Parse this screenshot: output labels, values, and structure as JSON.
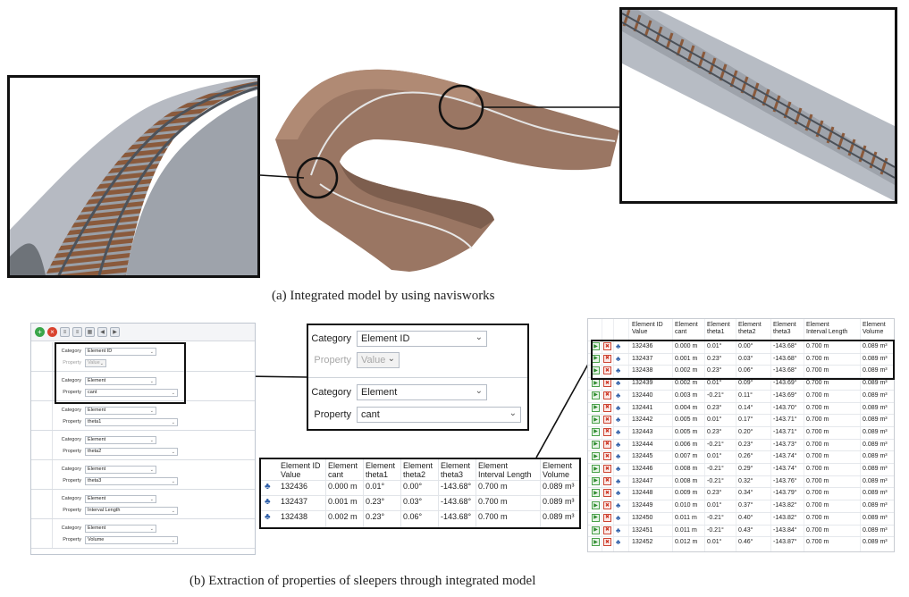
{
  "captions": {
    "a": "(a) Integrated model by using navisworks",
    "b": "(b) Extraction of properties of sleepers through integrated model"
  },
  "toolbar_icons": [
    "add-icon",
    "delete-icon",
    "list-icon",
    "list-icon",
    "grid-icon",
    "back-icon",
    "forward-icon"
  ],
  "props_panel": {
    "groups": [
      {
        "category_label": "Category",
        "category_value": "Element ID",
        "property_label": "Property",
        "property_value": "Value",
        "property_dim": true
      },
      {
        "category_label": "Category",
        "category_value": "Element",
        "property_label": "Property",
        "property_value": "cant",
        "property_dim": false
      },
      {
        "category_label": "Category",
        "category_value": "Element",
        "property_label": "Property",
        "property_value": "theta1",
        "property_dim": false
      },
      {
        "category_label": "Category",
        "category_value": "Element",
        "property_label": "Property",
        "property_value": "theta2",
        "property_dim": false
      },
      {
        "category_label": "Category",
        "category_value": "Element",
        "property_label": "Property",
        "property_value": "theta3",
        "property_dim": false
      },
      {
        "category_label": "Category",
        "category_value": "Element",
        "property_label": "Property",
        "property_value": "Interval Length",
        "property_dim": false
      },
      {
        "category_label": "Category",
        "category_value": "Element",
        "property_label": "Property",
        "property_value": "Volume",
        "property_dim": false
      }
    ]
  },
  "zoom_props": {
    "group1": {
      "category_label": "Category",
      "category_value": "Element ID",
      "property_label": "Property",
      "property_value": "Value"
    },
    "group2": {
      "category_label": "Category",
      "category_value": "Element",
      "property_label": "Property",
      "property_value": "cant"
    }
  },
  "table": {
    "headers": [
      [
        "Element ID",
        "Value"
      ],
      [
        "Element",
        "cant"
      ],
      [
        "Element",
        "theta1"
      ],
      [
        "Element",
        "theta2"
      ],
      [
        "Element",
        "theta3"
      ],
      [
        "Element",
        "Interval Length"
      ],
      [
        "Element",
        "Volume"
      ]
    ],
    "rows": [
      [
        "132436",
        "0.000 m",
        "0.01°",
        "0.00°",
        "-143.68°",
        "0.700 m",
        "0.089 m³"
      ],
      [
        "132437",
        "0.001 m",
        "0.23°",
        "0.03°",
        "-143.68°",
        "0.700 m",
        "0.089 m³"
      ],
      [
        "132438",
        "0.002 m",
        "0.23°",
        "0.06°",
        "-143.68°",
        "0.700 m",
        "0.089 m³"
      ],
      [
        "132439",
        "0.002 m",
        "0.01°",
        "0.09°",
        "-143.69°",
        "0.700 m",
        "0.089 m³"
      ],
      [
        "132440",
        "0.003 m",
        "-0.21°",
        "0.11°",
        "-143.69°",
        "0.700 m",
        "0.089 m³"
      ],
      [
        "132441",
        "0.004 m",
        "0.23°",
        "0.14°",
        "-143.70°",
        "0.700 m",
        "0.089 m³"
      ],
      [
        "132442",
        "0.005 m",
        "0.01°",
        "0.17°",
        "-143.71°",
        "0.700 m",
        "0.089 m³"
      ],
      [
        "132443",
        "0.005 m",
        "0.23°",
        "0.20°",
        "-143.71°",
        "0.700 m",
        "0.089 m³"
      ],
      [
        "132444",
        "0.006 m",
        "-0.21°",
        "0.23°",
        "-143.73°",
        "0.700 m",
        "0.089 m³"
      ],
      [
        "132445",
        "0.007 m",
        "0.01°",
        "0.26°",
        "-143.74°",
        "0.700 m",
        "0.089 m³"
      ],
      [
        "132446",
        "0.008 m",
        "-0.21°",
        "0.29°",
        "-143.74°",
        "0.700 m",
        "0.089 m³"
      ],
      [
        "132447",
        "0.008 m",
        "-0.21°",
        "0.32°",
        "-143.76°",
        "0.700 m",
        "0.089 m³"
      ],
      [
        "132448",
        "0.009 m",
        "0.23°",
        "0.34°",
        "-143.79°",
        "0.700 m",
        "0.089 m³"
      ],
      [
        "132449",
        "0.010 m",
        "0.01°",
        "0.37°",
        "-143.82°",
        "0.700 m",
        "0.089 m³"
      ],
      [
        "132450",
        "0.011 m",
        "-0.21°",
        "0.40°",
        "-143.82°",
        "0.700 m",
        "0.089 m³"
      ],
      [
        "132451",
        "0.011 m",
        "-0.21°",
        "0.43°",
        "-143.84°",
        "0.700 m",
        "0.089 m³"
      ],
      [
        "132452",
        "0.012 m",
        "0.01°",
        "0.46°",
        "-143.87°",
        "0.700 m",
        "0.089 m³"
      ]
    ],
    "row_icons": {
      "play": "▶",
      "stop": "✖",
      "element": "♣"
    }
  },
  "colors": {
    "rail_steel": "#5a6068",
    "sleeper": "#8a5a3c",
    "ballast": "#a9adb5",
    "terrain": "#9a7663",
    "highlight_border": "#111111"
  }
}
